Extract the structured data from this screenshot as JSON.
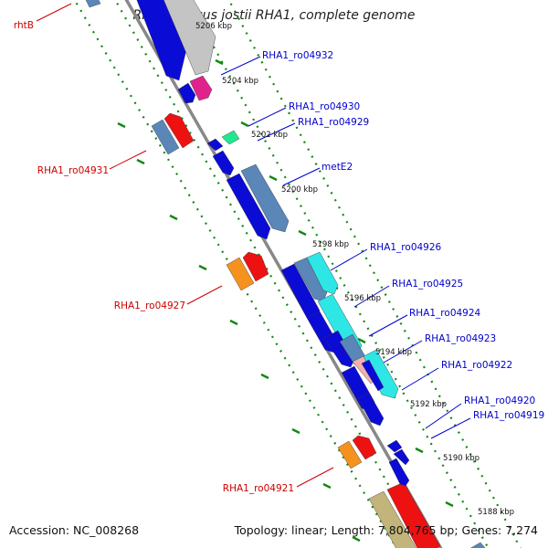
{
  "title": "Rhodococcus jostii RHA1, complete genome",
  "footer": {
    "accession": "Accession: NC_008268",
    "summary": "Topology: linear; Length: 7,804,765 bp; Genes: 7,274"
  },
  "kbp_ticks": [
    "5206 kbp",
    "5204 kbp",
    "5202 kbp",
    "5200 kbp",
    "5198 kbp",
    "5196 kbp",
    "5194 kbp",
    "5192 kbp",
    "5190 kbp",
    "5188 kbp"
  ],
  "right_labels": [
    "RHA1_ro04932",
    "RHA1_ro04930",
    "RHA1_ro04929",
    "metE2",
    "RHA1_ro04926",
    "RHA1_ro04925",
    "RHA1_ro04924",
    "RHA1_ro04923",
    "RHA1_ro04922",
    "RHA1_ro04920",
    "RHA1_ro04919"
  ],
  "left_labels": [
    "rhtB",
    "RHA1_ro04931",
    "RHA1_ro04927",
    "RHA1_ro04921"
  ],
  "colors": {
    "forward_label": "#0000cc",
    "reverse_label": "#cc0000",
    "backbone": "#888888",
    "tick": "#118811",
    "blue_gene": "#0b0bd6",
    "steel_gene": "#5a86b8",
    "grey_gene": "#c4c4c4",
    "magenta_gene": "#e0238c",
    "teal_gene": "#20e890",
    "cyan_gene": "#2ee6e6",
    "red_gene": "#ee1111",
    "orange_gene": "#f5921e",
    "khaki_gene": "#c2b47a",
    "pink_gene": "#f3b0b0"
  }
}
